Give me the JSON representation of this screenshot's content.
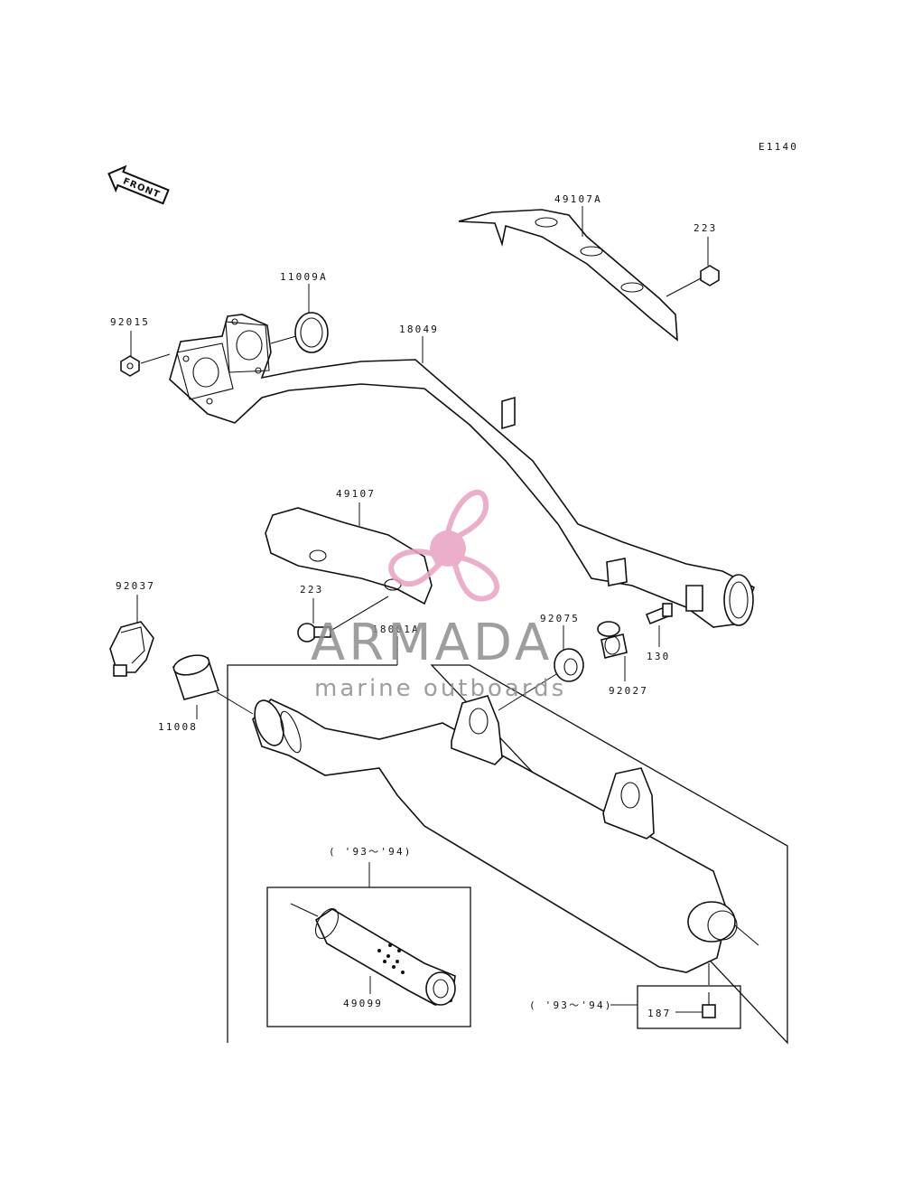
{
  "diagram_code": "E1140",
  "front_label": "FRONT",
  "labels": {
    "p49107A": "49107A",
    "p223_top": "223",
    "p11009A": "11009A",
    "p92015": "92015",
    "p18049": "18049",
    "p49107": "49107",
    "p92037": "92037",
    "p223_mid": "223",
    "p18001A": "18001A",
    "p92075": "92075",
    "p130": "130",
    "p92027": "92027",
    "p11008": "11008",
    "years_insert": "( '93～'94)",
    "p49099": "49099",
    "years_bolt": "( '93～'94)",
    "p187": "187"
  },
  "watermark": {
    "brand": "ARMADA",
    "tagline": "marine outboards",
    "logo_color": "#e8a2c4",
    "text_color": "#8e8e8e"
  }
}
